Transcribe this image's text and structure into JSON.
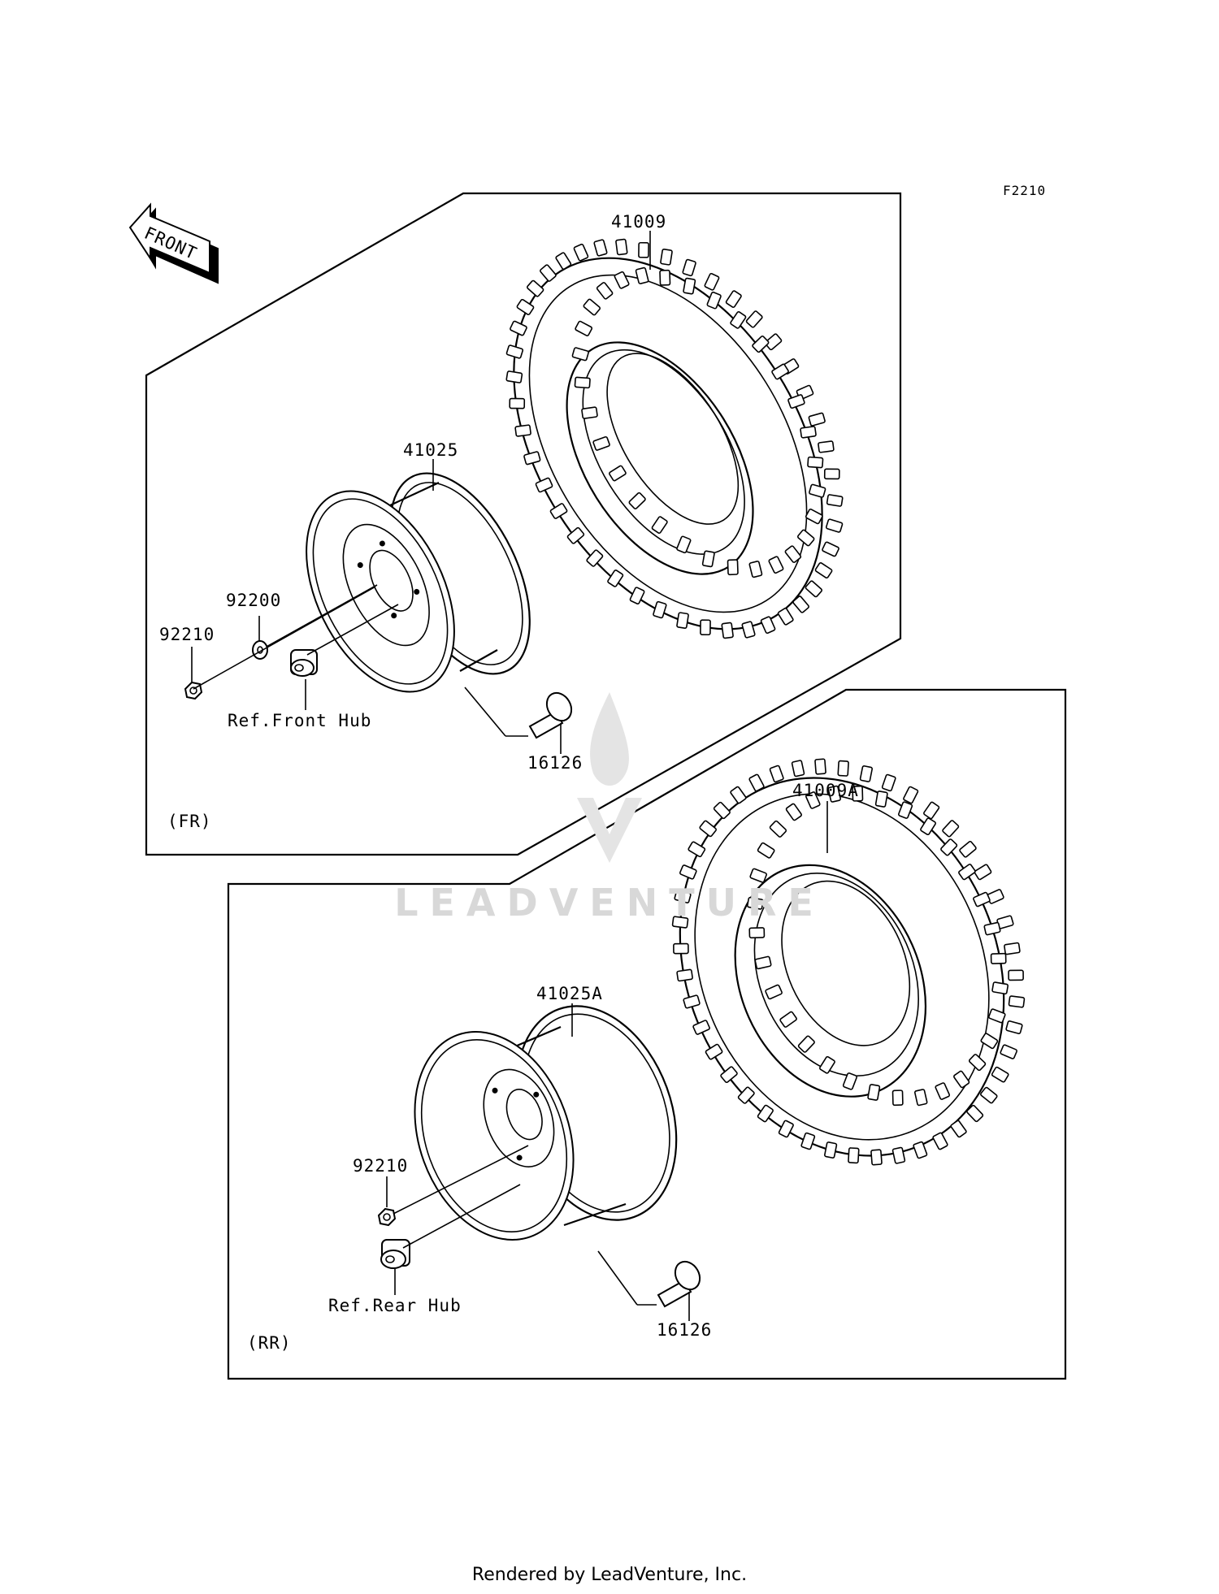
{
  "page_code": "F2210",
  "front_arrow": "FRONT",
  "groups": {
    "front": {
      "tag": "(FR)",
      "parts": [
        {
          "id": "tire",
          "label": "41009"
        },
        {
          "id": "wheel",
          "label": "41025"
        },
        {
          "id": "washer",
          "label": "92200"
        },
        {
          "id": "nut",
          "label": "92210"
        },
        {
          "id": "valve",
          "label": "16126"
        }
      ],
      "ref_text": "Ref.Front Hub"
    },
    "rear": {
      "tag": "(RR)",
      "parts": [
        {
          "id": "tire",
          "label": "41009A"
        },
        {
          "id": "wheel",
          "label": "41025A"
        },
        {
          "id": "nut",
          "label": "92210"
        },
        {
          "id": "valve",
          "label": "16126"
        }
      ],
      "ref_text": "Ref.Rear Hub"
    }
  },
  "watermark": "LEADVENTURE",
  "footer": "Rendered by LeadVenture, Inc."
}
